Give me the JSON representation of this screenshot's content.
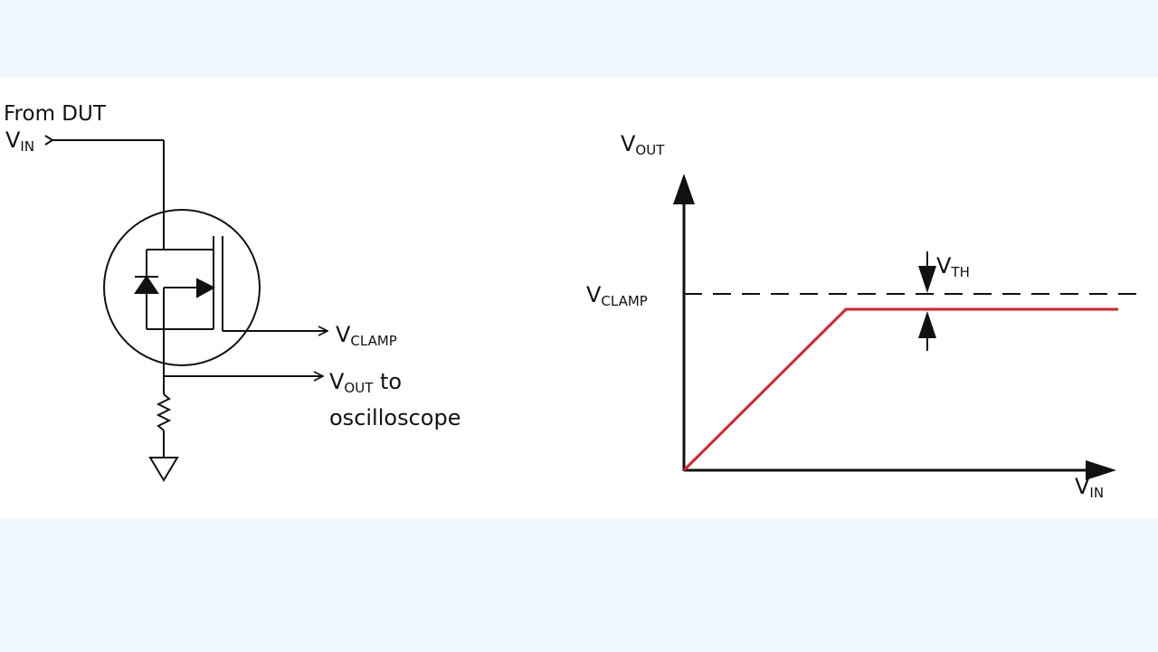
{
  "circuit": {
    "source_label": "From DUT",
    "vin_main": "V",
    "vin_sub": "IN",
    "vclamp_main": "V",
    "vclamp_sub": "CLAMP",
    "vout_main": "V",
    "vout_sub": "OUT",
    "vout_suffix": " to",
    "vout_line2": "oscilloscope"
  },
  "graph": {
    "yaxis_main": "V",
    "yaxis_sub": "OUT",
    "xaxis_main": "V",
    "xaxis_sub": "IN",
    "clamp_main": "V",
    "clamp_sub": "CLAMP",
    "vth_main": "V",
    "vth_sub": "TH"
  },
  "colors": {
    "line": "#111111",
    "response_curve": "#e0202a",
    "panel": "#ffffff",
    "background": "#f0f7fe"
  }
}
